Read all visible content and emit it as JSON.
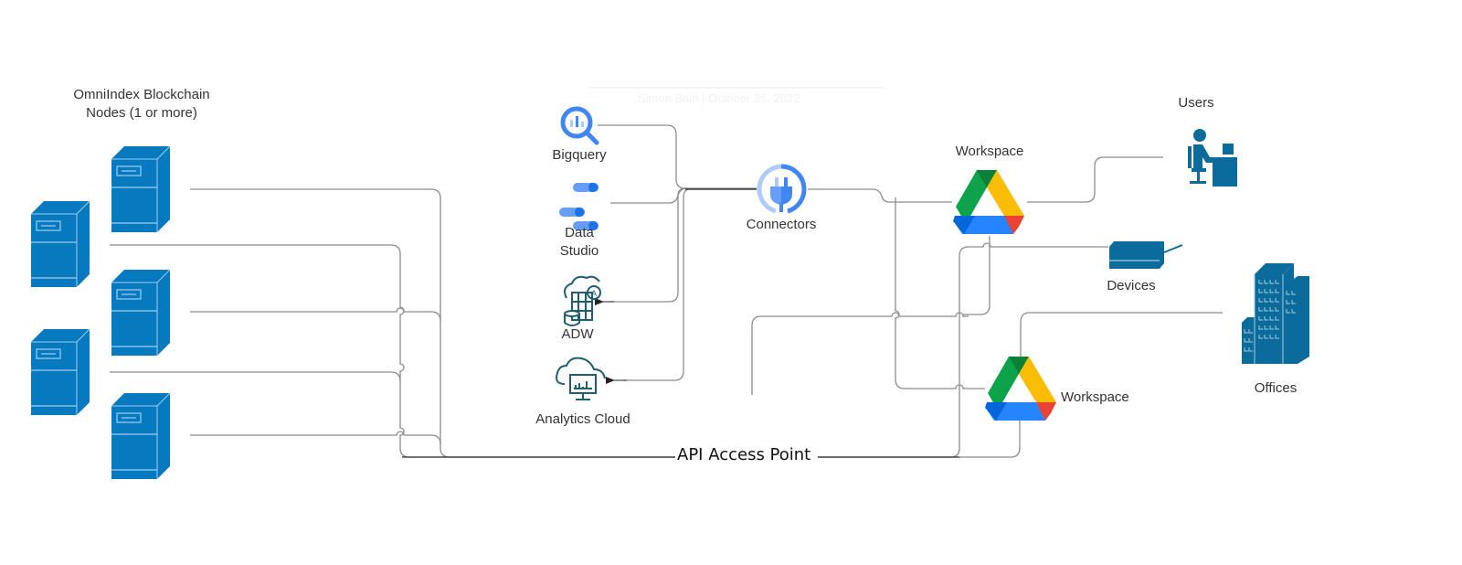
{
  "diagram": {
    "faded_header": "Simon Bain  |  October 25, 2022",
    "nodes_label_line1": "OmniIndex Blockchain",
    "nodes_label_line2": "Nodes (1 or more)",
    "api_access_point": "API Access Point",
    "sources": [
      {
        "id": "bigquery",
        "label": "Bigquery",
        "icon": "bigquery-icon"
      },
      {
        "id": "data-studio",
        "label_line1": "Data",
        "label_line2": "Studio",
        "icon": "data-studio-icon"
      },
      {
        "id": "adw",
        "label": "ADW",
        "icon": "adw-icon"
      },
      {
        "id": "analytics-cloud",
        "label": "Analytics Cloud",
        "icon": "analytics-cloud-icon"
      }
    ],
    "connectors": {
      "label": "Connectors",
      "icon": "plug-icon"
    },
    "workspace_top": {
      "label": "Workspace",
      "icon": "google-drive-icon"
    },
    "workspace_bottom": {
      "label": "Workspace",
      "icon": "google-drive-icon"
    },
    "users": {
      "label": "Users",
      "icon": "user-at-desk-icon"
    },
    "devices": {
      "label": "Devices",
      "icon": "device-icon"
    },
    "offices": {
      "label": "Offices",
      "icon": "office-building-icon"
    },
    "server_count": 5,
    "colors": {
      "server_blue": "#0779bf",
      "dark_teal_blue": "#0b6b9a",
      "oracle_teal": "#1f5f6d",
      "google_blue": "#4285f4",
      "google_light_blue": "#aecbfa",
      "drive_green": "#0ca34a",
      "drive_dark_green": "#0a8038",
      "drive_yellow": "#fbbc04",
      "drive_blue": "#2684fc",
      "drive_dark_blue": "#0066da",
      "drive_red": "#ea4335",
      "line_gray": "#8c8c8c"
    }
  }
}
